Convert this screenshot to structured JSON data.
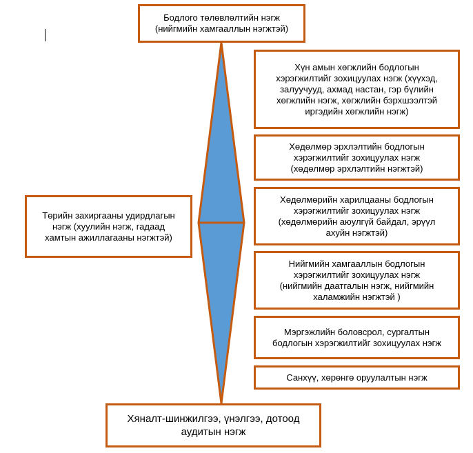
{
  "colors": {
    "box_border": "#c55a11",
    "diamond_fill": "#5b9bd5",
    "diamond_stroke": "#c55a11"
  },
  "top_box": {
    "line1": "Бодлого төлөвлөлтийн нэгж",
    "line2": "(нийгмийн хамгааллын нэгжтэй)"
  },
  "left_box": {
    "line1": "Төрийн захиргааны удирдлагын",
    "line2": "нэгж (хуулийн нэгж, гадаад",
    "line3": "хамтын ажиллагааны нэгжтэй)"
  },
  "bottom_box": {
    "line1": "Хяналт-шинжилгээ, үнэлгээ, дотоод",
    "line2": "аудитын нэгж"
  },
  "right_boxes": [
    {
      "lines": [
        "Хүн амын хөгжлийн бодлогын",
        "хэрэгжилтийг зохицуулах нэгж (хүүхэд,",
        "залуучууд, ахмад настан, гэр бүлийн",
        "хөгжлийн нэгж, хөгжлийн бэрхшээлтэй",
        "иргэдийн хөгжлийн нэгж)"
      ]
    },
    {
      "lines": [
        "Хөдөлмөр эрхлэлтийн бодлогын",
        "хэрэгжилтийг зохицуулах нэгж",
        "(хөдөлмөр эрхлэлтийн  нэгжтэй)"
      ]
    },
    {
      "lines": [
        "Хөдөлмөрийн харилцааны бодлогын",
        "хэрэгжилтийг зохицуулах  нэгж",
        "(хөдөлмөрийн аюулгүй байдал, эрүүл",
        "ахуйн нэгжтэй)"
      ]
    },
    {
      "lines": [
        "Нийгмийн хамгааллын бодлогын",
        "хэрэгжилтийг зохицуулах нэгж",
        "(нийгмийн даатгалын нэгж, нийгмийн",
        "халамжийн нэгжтэй )"
      ]
    },
    {
      "lines": [
        "Мэргэжлийн боловсрол, сургалтын",
        "бодлогын хэрэгжилтийг зохицуулах нэгж"
      ]
    },
    {
      "lines": [
        "Санхүү, хөрөнгө оруулалтын нэгж"
      ]
    }
  ]
}
